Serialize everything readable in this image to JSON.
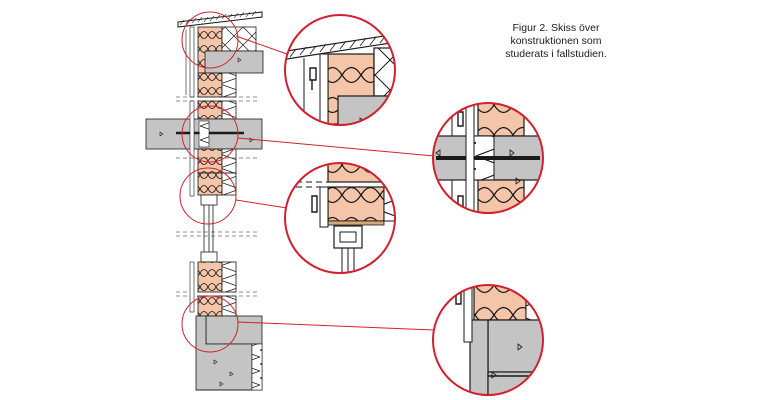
{
  "caption": {
    "lines": [
      "Figur 2. Skiss över",
      "konstruktionen som",
      "studerats i fallstudien."
    ]
  },
  "colors": {
    "insulation": "#f4c5a8",
    "concrete": "#c4c4c4",
    "detail_circle": "#d2202f",
    "line": "#1a1a1a",
    "roof": "#8a6a4a"
  },
  "details": [
    {
      "name": "roof-eave-detail",
      "icon": "detail-magnifier"
    },
    {
      "name": "floor-slab-detail",
      "icon": "detail-magnifier"
    },
    {
      "name": "window-head-detail",
      "icon": "detail-magnifier"
    },
    {
      "name": "foundation-detail",
      "icon": "detail-magnifier"
    }
  ]
}
